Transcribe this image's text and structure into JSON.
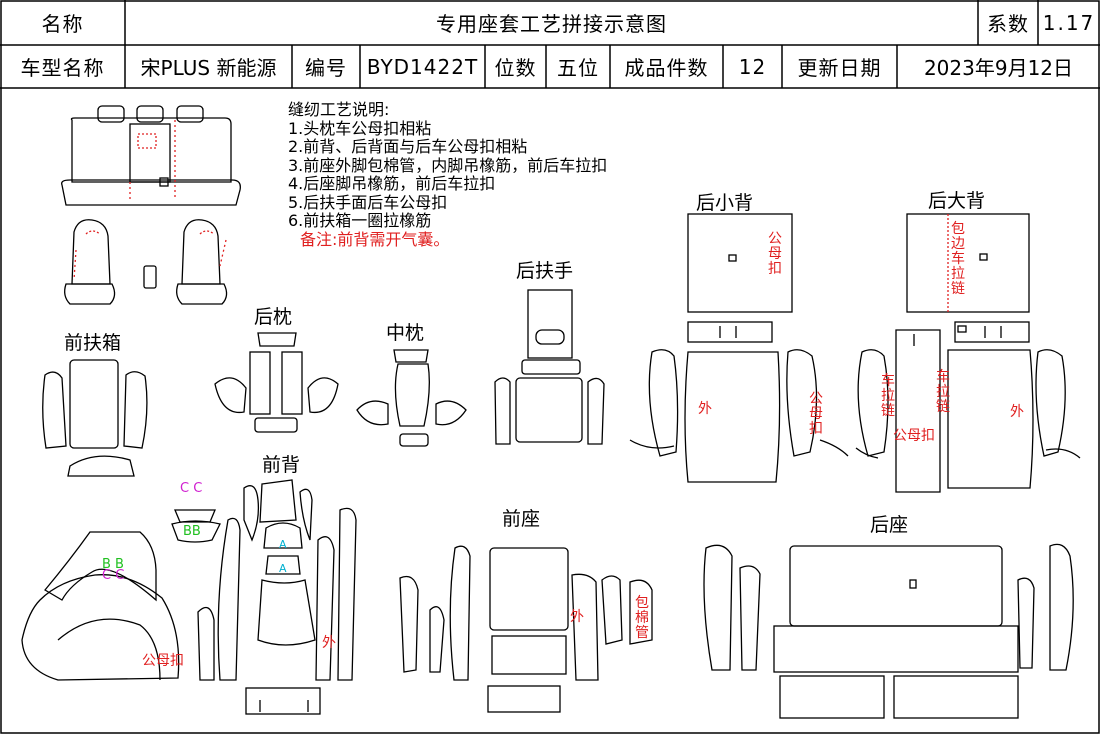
{
  "header": {
    "name_label": "名称",
    "title": "专用座套工艺拼接示意图",
    "coef_label": "系数",
    "coef_value": "1.17",
    "model_label": "车型名称",
    "model_value": "宋PLUS 新能源",
    "code_label": "编号",
    "code_value": "BYD1422T",
    "seats_label": "位数",
    "seats_value": "五位",
    "pieces_label": "成品件数",
    "pieces_value": "12",
    "update_label": "更新日期",
    "update_value": "2023年9月12日"
  },
  "notes": {
    "title": "缝纫工艺说明:",
    "items": [
      "1.头枕车公母扣相粘",
      "2.前背、后背面与后车公母扣相粘",
      "3.前座外脚包棉管，内脚吊橡筋，前后车拉扣",
      "4.后座脚吊橡筋，前后车拉扣",
      "5.后扶手面后车公母扣",
      "6.前扶箱一圈拉橡筋"
    ],
    "remark": "备注:前背需开气囊。"
  },
  "sections": {
    "front_armbox": "前扶箱",
    "rear_headrest": "后枕",
    "mid_headrest": "中枕",
    "rear_armrest": "后扶手",
    "rear_small_back": "后小背",
    "rear_big_back": "后大背",
    "front_back": "前背",
    "front_seat": "前座",
    "rear_seat": "后座"
  },
  "annotations": {
    "snap": "公母扣",
    "snap2": "公母扣",
    "snap_v": "公母扣",
    "snap_v2": "公母扣",
    "outer": "外",
    "outer2": "外",
    "outer3": "外",
    "outer4": "外",
    "edge_zip": "包边车拉链",
    "zip_v": "车拉链",
    "zip_v2": "车拉链",
    "foam_tube": "包棉管",
    "mark_c": "C  C",
    "mark_bb": "BB",
    "mark_bb2": "B  B",
    "mark_cc2": "C  C",
    "mark_a": "A",
    "mark_a2": "A"
  },
  "colors": {
    "line": "#000000",
    "annotation_red": "#e02020",
    "mark_magenta": "#d020d0",
    "mark_green": "#20c020",
    "mark_cyan": "#00b0d0"
  }
}
